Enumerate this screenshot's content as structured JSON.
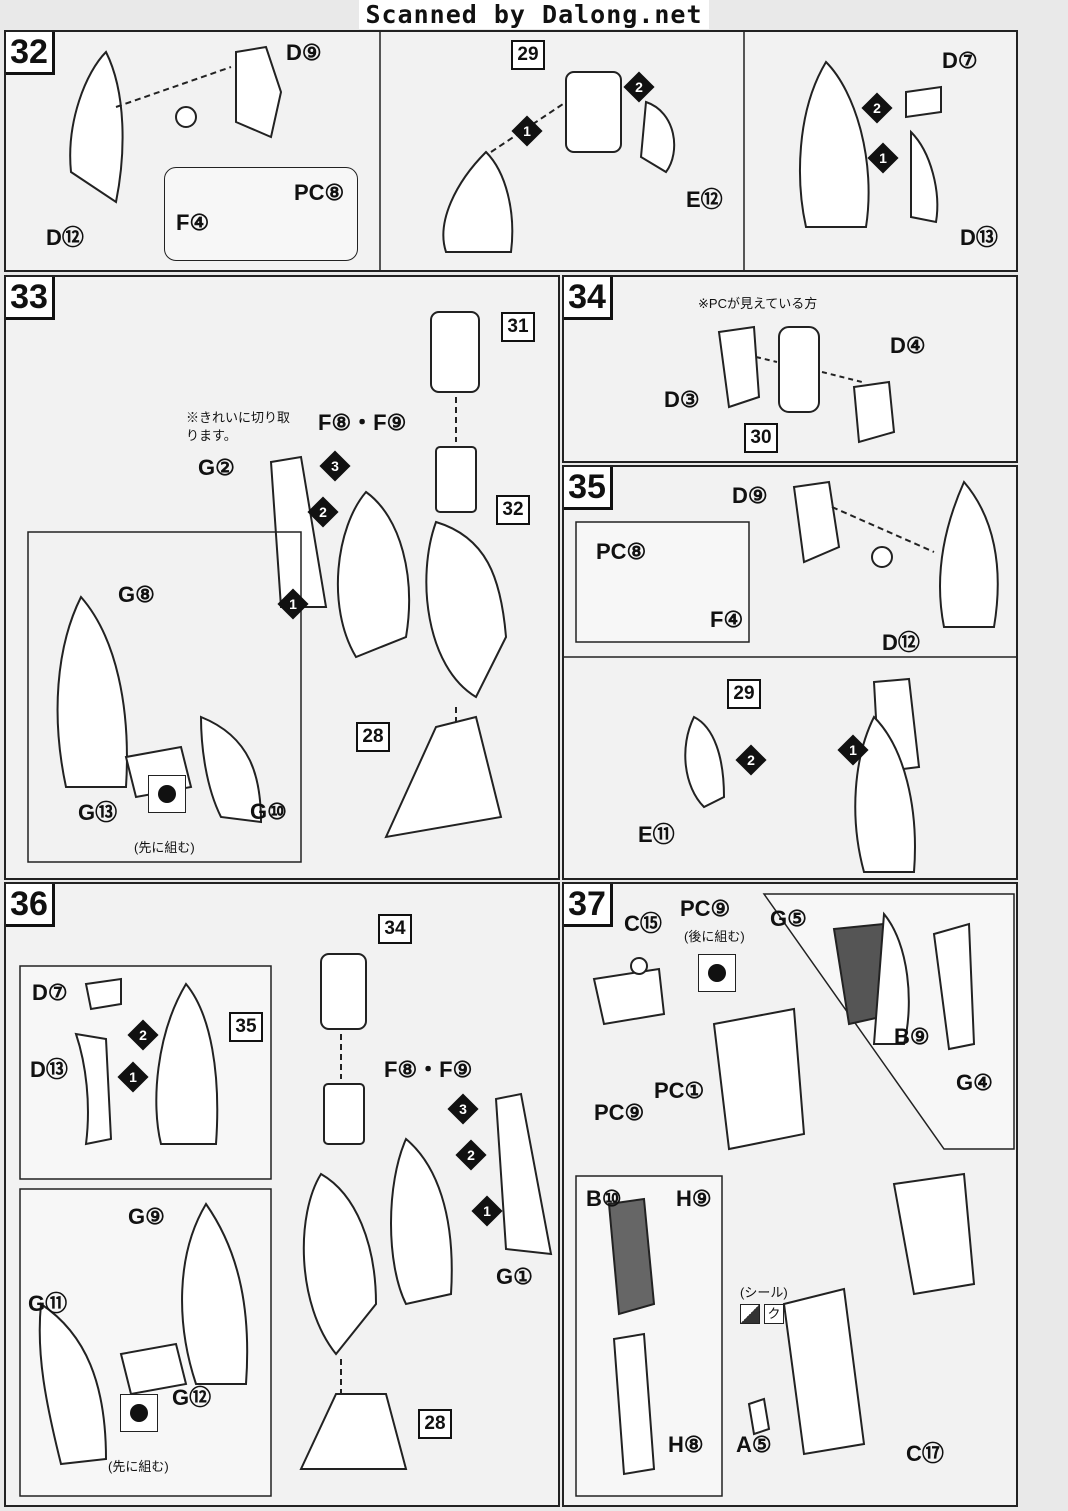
{
  "header": "Scanned by Dalong.net",
  "steps": {
    "s32": {
      "number": "32",
      "parts": [
        "D⑨",
        "D⑫",
        "PC⑧",
        "F④",
        "E⑫",
        "D⑦",
        "D⑬"
      ],
      "refs": [
        "29"
      ]
    },
    "s33": {
      "number": "33",
      "note": "※きれいに切り取ります。",
      "parts": [
        "F⑧・F⑨",
        "G②",
        "G⑧",
        "G⑬",
        "G⑩"
      ],
      "refs": [
        "31",
        "32",
        "28"
      ],
      "caption": "(先に組む)"
    },
    "s34": {
      "number": "34",
      "note": "※PCが見えている方",
      "parts": [
        "D④",
        "D③"
      ],
      "refs": [
        "30"
      ]
    },
    "s35": {
      "number": "35",
      "parts": [
        "D⑨",
        "PC⑧",
        "F④",
        "D⑫",
        "E⑪"
      ],
      "refs": [
        "29"
      ]
    },
    "s36": {
      "number": "36",
      "parts": [
        "D⑦",
        "D⑬",
        "F⑧・F⑨",
        "G⑨",
        "G⑪",
        "G⑫",
        "G①"
      ],
      "refs": [
        "34",
        "35",
        "28"
      ],
      "caption": "(先に組む)"
    },
    "s37": {
      "number": "37",
      "parts": [
        "C⑮",
        "PC⑨",
        "G⑤",
        "B⑨",
        "G④",
        "PC①",
        "PC⑨",
        "B⑩",
        "H⑨",
        "H⑧",
        "A⑤",
        "C⑰"
      ],
      "caption_after": "(後に組む)",
      "seal": "(シール)",
      "seal_mark": "ク"
    }
  }
}
